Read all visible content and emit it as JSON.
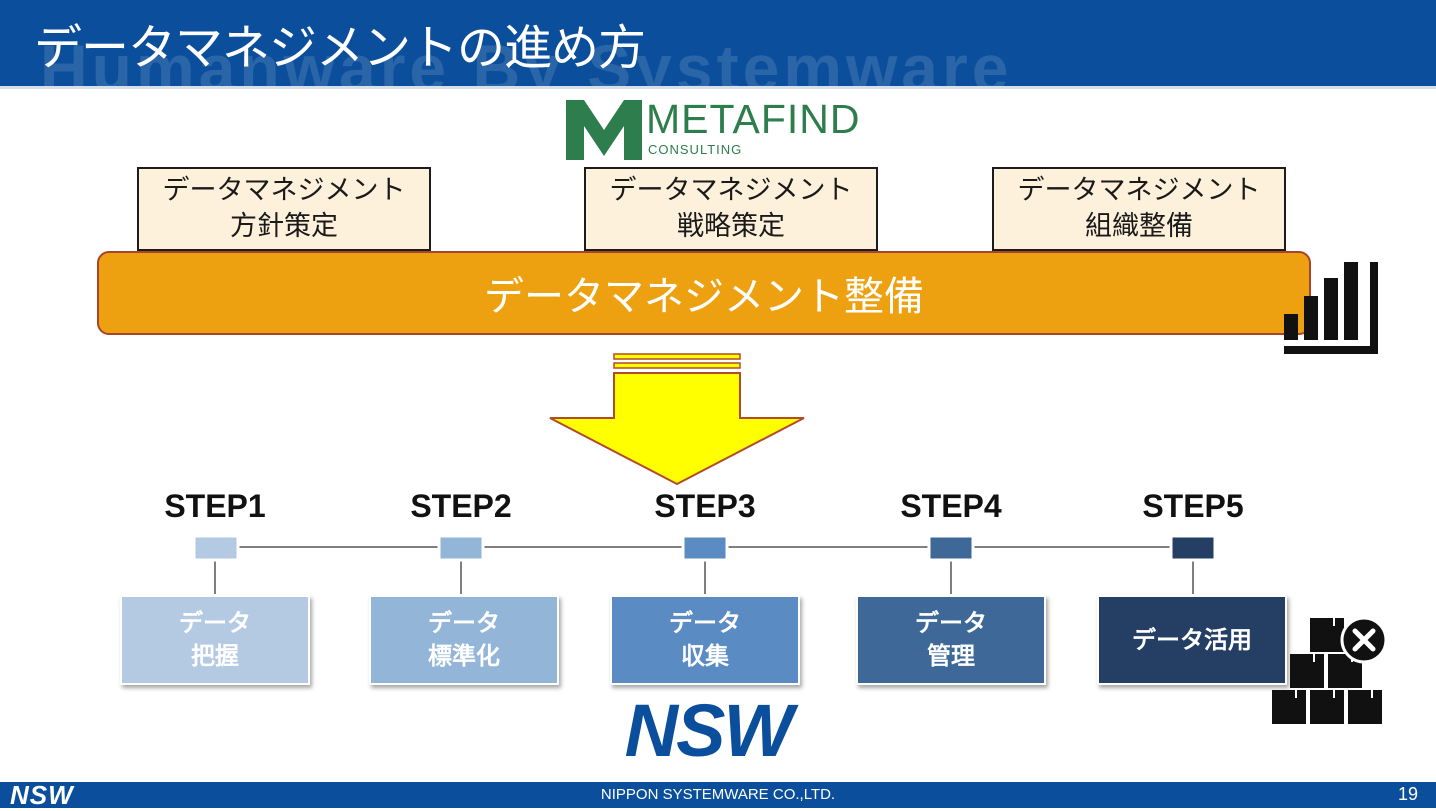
{
  "header": {
    "title": "データマネジメントの進め方",
    "watermark": "Humanware By Systemware"
  },
  "logos": {
    "metafind_main": "METAFIND",
    "metafind_sub": "CONSULTING",
    "nsw": "NSW"
  },
  "sub_boxes": [
    {
      "line1": "データマネジメント",
      "line2": "方針策定"
    },
    {
      "line1": "データマネジメント",
      "line2": "戦略策定"
    },
    {
      "line1": "データマネジメント",
      "line2": "組織整備"
    }
  ],
  "main_bar": {
    "label": "データマネジメント整備"
  },
  "steps": [
    {
      "label": "STEP1",
      "line1": "データ",
      "line2": "把握",
      "color": "#b4c9e2"
    },
    {
      "label": "STEP2",
      "line1": "データ",
      "line2": "標準化",
      "color": "#93b5d8"
    },
    {
      "label": "STEP3",
      "line1": "データ",
      "line2": "収集",
      "color": "#5b8bc3"
    },
    {
      "label": "STEP4",
      "line1": "データ",
      "line2": "管理",
      "color": "#3e6898"
    },
    {
      "label": "STEP5",
      "line1": "データ活用",
      "line2": "",
      "color": "#243f63"
    }
  ],
  "footer": {
    "logo": "NSW",
    "company": "NIPPON SYSTEMWARE CO.,LTD.",
    "page_number": "19"
  },
  "colors": {
    "header_bg": "#0b4f9c",
    "main_bar": "#eda111",
    "sub_box_bg": "#fdf1dc",
    "metafind_green": "#2e7d4c",
    "arrow_yellow": "#ffff00",
    "nsw_blue": "#0b4f9c"
  },
  "icons": [
    "bar-chart-icon",
    "stacked-boxes-icon",
    "close-circle-icon"
  ]
}
